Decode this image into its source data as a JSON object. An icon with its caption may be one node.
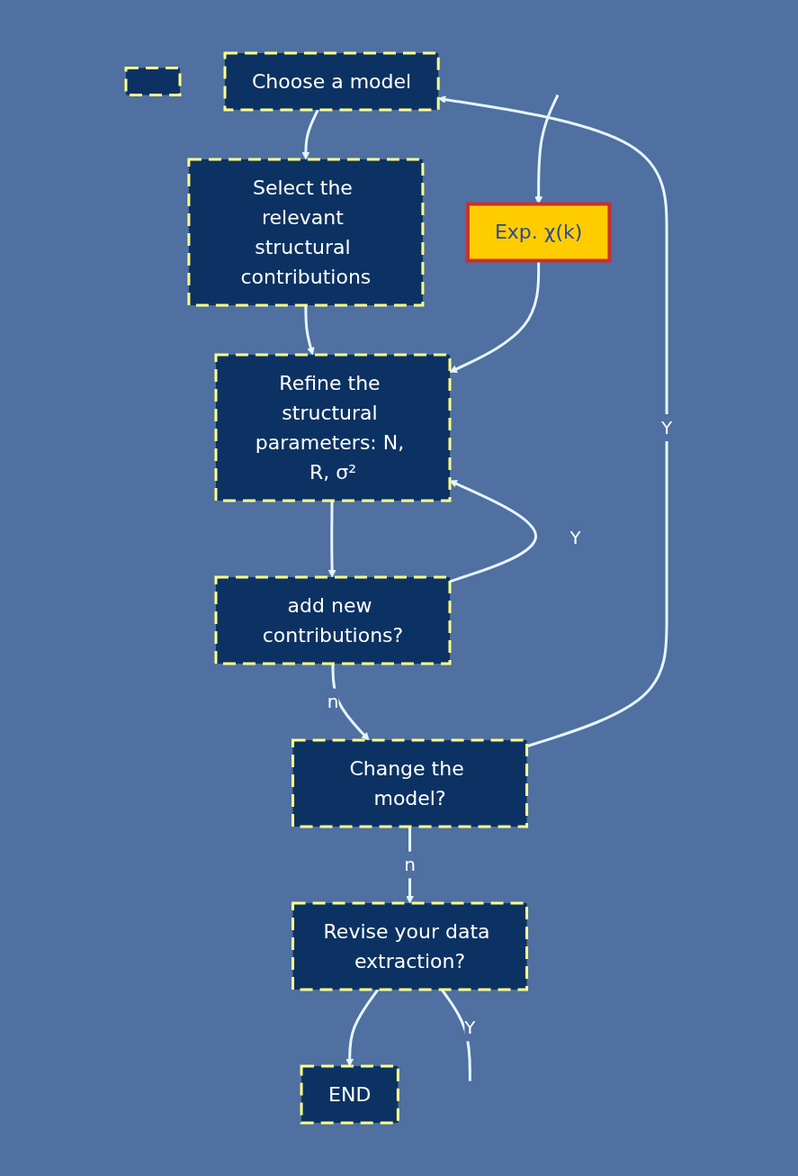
{
  "diagram": {
    "nodes": [
      {
        "text": [],
        "shape": "box"
      },
      {
        "text": [
          "Choose a model"
        ]
      },
      {
        "text": [
          "Select the relevant structural contributions"
        ]
      },
      {
        "text": [
          "Refine the structural parameters: N, R, σ²"
        ]
      },
      {
        "text": [
          "add new contributions?"
        ]
      },
      {
        "text": [
          "Change the model?"
        ]
      },
      {
        "text": [
          "Revise your data extraction?"
        ]
      },
      {
        "text": [
          "END"
        ]
      },
      {
        "text": [
          "Exp. χ(k)"
        ]
      }
    ],
    "edges": [
      {
        "from": null,
        "to": 8,
        "arrow": "to"
      },
      {
        "from": 1,
        "to": 2,
        "arrow": "to"
      },
      {
        "from": 2,
        "to": 3,
        "arrow": "to"
      },
      {
        "from": 8,
        "to": 3,
        "arrow": "to"
      },
      {
        "from": 3,
        "to": 4,
        "arrow": "to"
      },
      {
        "from": 4,
        "to": 3,
        "arrow": "to",
        "label": "Y"
      },
      {
        "from": 4,
        "to": 5,
        "arrow": "to",
        "label": "n"
      },
      {
        "from": 5,
        "to": 1,
        "arrow": "to",
        "label": "Y"
      },
      {
        "from": 5,
        "to": 6,
        "arrow": "to",
        "label": "n"
      },
      {
        "from": 6,
        "to": 7,
        "arrow": "to"
      },
      {
        "from": 6,
        "to": null,
        "arrow": "none",
        "label": "Y"
      }
    ]
  }
}
